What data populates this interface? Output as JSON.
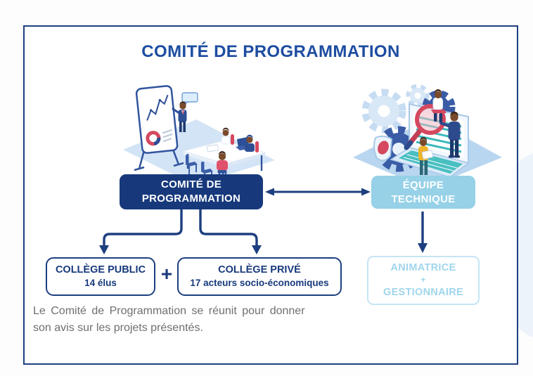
{
  "title": "COMITÉ DE PROGRAMMATION",
  "boxes": {
    "committee": {
      "line1": "COMITÉ DE",
      "line2": "PROGRAMMATION"
    },
    "technical": {
      "line1": "ÉQUIPE",
      "line2": "TECHNIQUE"
    },
    "public": {
      "line1": "COLLÈGE PUBLIC",
      "line2": "14 élus"
    },
    "private": {
      "line1": "COLLÈGE PRIVÉ",
      "line2": "17 acteurs socio-économiques"
    },
    "animator": {
      "line1": "ANIMATRICE",
      "line2": "+",
      "line3": "GESTIONNAIRE"
    },
    "plus_separator": "+"
  },
  "caption": {
    "line1": "Le Comité de Programmation se réunit pour donner",
    "line2": "son avis sur les projets présentés."
  },
  "illustrations": {
    "left": "meeting-scene",
    "right": "technical-team-scene"
  },
  "colors": {
    "navy_fill": "#17397c",
    "navy_line": "#1d3f80",
    "title_blue": "#1d4da1",
    "light_blue": "#96d1e7",
    "pale_blue_text": "#9fd6ec",
    "pale_blue_border": "#c5e5f4",
    "caption_gray": "#6f6f6f",
    "accent_red": "#d5485f",
    "teal": "#3cb8ba"
  }
}
